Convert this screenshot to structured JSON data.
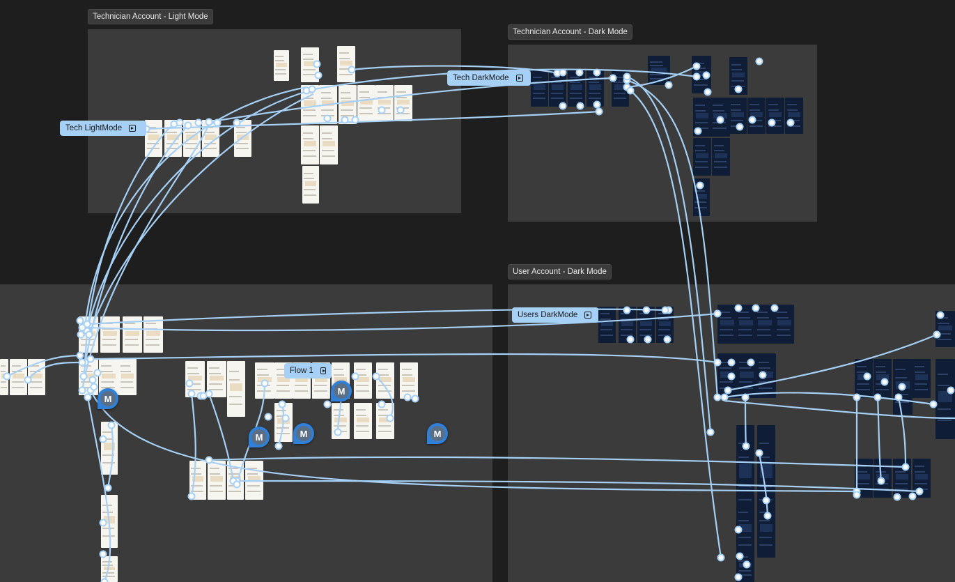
{
  "sections": {
    "tech_light": {
      "label": "Technician Account - Light Mode"
    },
    "tech_dark": {
      "label": "Technician Account - Dark Mode"
    },
    "user_dark": {
      "label": "User Account - Dark Mode"
    }
  },
  "flows": {
    "tech_light": {
      "label": "Tech LightMode"
    },
    "tech_dark": {
      "label": "Tech DarkMode"
    },
    "users_dark": {
      "label": "Users DarkMode"
    },
    "flow1": {
      "label": "Flow 1"
    }
  },
  "collaborators": [
    {
      "initial": "M"
    },
    {
      "initial": "M"
    },
    {
      "initial": "M"
    },
    {
      "initial": "M"
    },
    {
      "initial": "M"
    }
  ],
  "colors": {
    "canvas": "#1e1e1e",
    "section": "#3b3b3b",
    "connector": "#a6d0f5",
    "light_frame": "#f7f5f0",
    "dark_frame": "#0f1e36",
    "collaborator": "#2f80d6"
  }
}
